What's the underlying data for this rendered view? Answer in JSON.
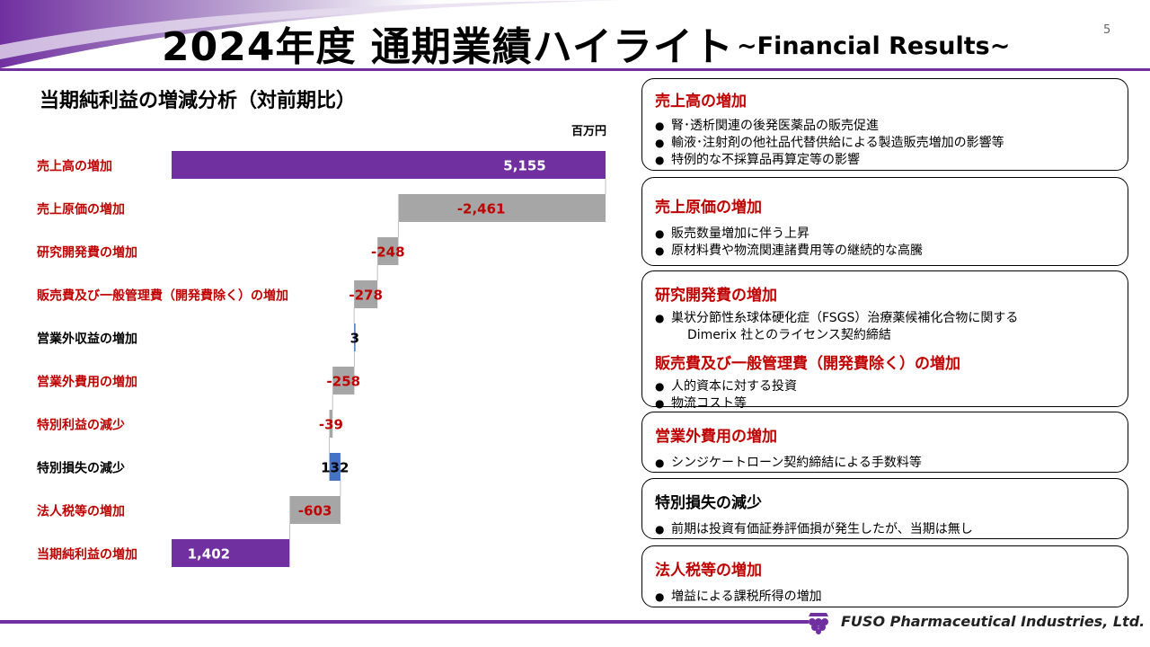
{
  "page": {
    "title": "2024年度 通期業績ハイライト",
    "title_en": "~Financial Results~",
    "page_number": "5",
    "subtitle": "当期純利益の増減分析（対前期比）",
    "unit": "百万円",
    "company": "FUSO Pharmaceutical Industries, Ltd."
  },
  "colors": {
    "accent": "#7030a0",
    "negative": "#c00000",
    "gray_bar": "#a6a6a6",
    "blue_bar": "#4472c4"
  },
  "chart_data": {
    "type": "bar",
    "subtype": "waterfall",
    "categories": [
      "売上高の増加",
      "売上原価の増加",
      "研究開発費の増加",
      "販売費及び一般管理費（開発費除く）の増加",
      "営業外収益の増加",
      "営業外費用の増加",
      "特別利益の減少",
      "特別損失の減少",
      "法人税等の増加",
      "当期純利益の増加"
    ],
    "values": [
      5155,
      -2461,
      -248,
      -278,
      3,
      -258,
      -39,
      132,
      -603,
      1402
    ],
    "labels": [
      "5,155",
      "-2,461",
      "-248",
      "-278",
      "3",
      "-258",
      "-39",
      "132",
      "-603",
      "1,402"
    ],
    "kinds": [
      "total",
      "delta",
      "delta",
      "delta",
      "delta",
      "delta",
      "delta",
      "delta",
      "delta",
      "total"
    ],
    "unit": "百万円"
  },
  "panels": [
    {
      "title": "売上高の増加",
      "items": [
        "腎･透析関連の後発医薬品の販売促進",
        "輸液･注射剤の他社品代替供給による製造販売増加の影響等",
        "特例的な不採算品再算定等の影響"
      ]
    },
    {
      "title": "売上原価の増加",
      "items": [
        "販売数量増加に伴う上昇",
        "原材料費や物流関連諸費用等の継続的な高騰"
      ]
    },
    {
      "title": "研究開発費の増加",
      "items": [
        "巣状分節性糸球体硬化症（FSGS）治療薬候補化合物に関する",
        "販売費及び一般管理費（開発費除く）の増加"
      ],
      "continuation": "Dimerix 社とのライセンス契約締結",
      "items2": [
        "人的資本に対する投資",
        "物流コスト等"
      ]
    },
    {
      "title": "営業外費用の増加",
      "items": [
        "シンジケートローン契約締結による手数料等"
      ]
    },
    {
      "title": "特別損失の減少",
      "items": [
        "前期は投資有価証券評価損が発生したが、当期は無し"
      ]
    },
    {
      "title": "法人税等の増加",
      "items": [
        "増益による課税所得の増加"
      ]
    }
  ]
}
